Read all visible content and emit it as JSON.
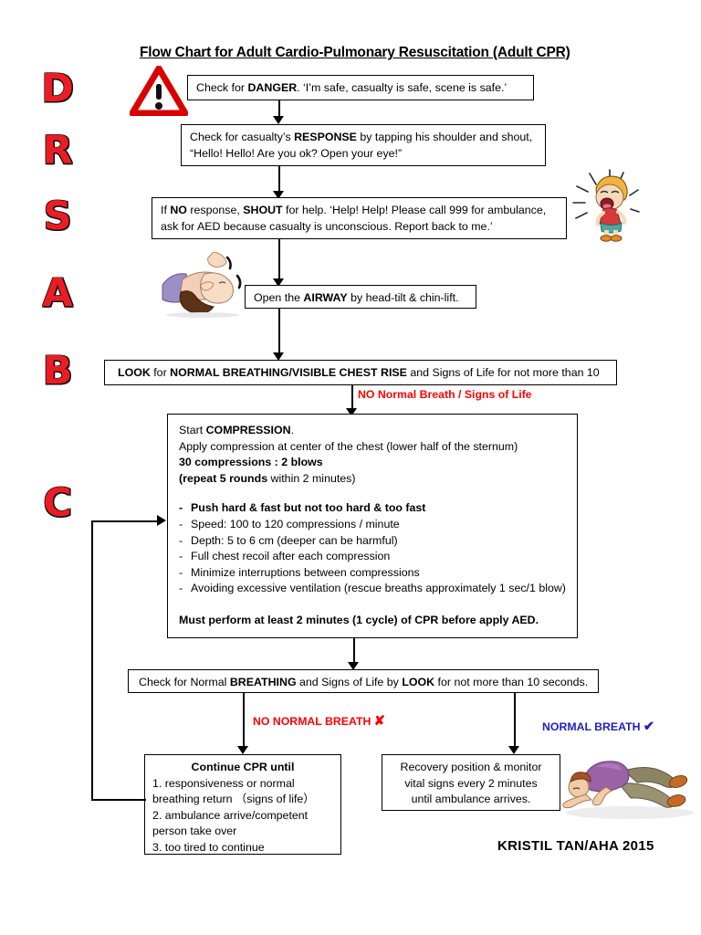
{
  "document": {
    "title": "Flow Chart for Adult Cardio-Pulmonary Resuscitation (Adult CPR)",
    "credit": "KRISTIL TAN/AHA 2015"
  },
  "drsabc": [
    {
      "letter": "D",
      "meaning": "Danger"
    },
    {
      "letter": "R",
      "meaning": "Response"
    },
    {
      "letter": "S",
      "meaning": "Shout"
    },
    {
      "letter": "A",
      "meaning": "Airway"
    },
    {
      "letter": "B",
      "meaning": "Breathing"
    },
    {
      "letter": "C",
      "meaning": "Compression"
    }
  ],
  "steps": {
    "danger": {
      "pre": "Check for ",
      "bold": "DANGER",
      "post": ". ‘I’m safe, casualty is safe, scene is safe.’"
    },
    "response": {
      "line1_pre": "Check for casualty’s ",
      "line1_bold": "RESPONSE",
      "line1_post": " by tapping his shoulder and shout,",
      "line2": "“Hello! Hello! Are you ok? Open your eye!”"
    },
    "shout": {
      "line1_pre": "If ",
      "line1_bold1": "NO",
      "line1_mid": " response, ",
      "line1_bold2": "SHOUT",
      "line1_post": " for help. ‘Help! Help! Please call 999 for ambulance,",
      "line2": "ask for AED because casualty is unconscious.  Report back to me.’"
    },
    "airway": {
      "pre": "Open the ",
      "bold": "AIRWAY",
      "post": " by head-tilt & chin-lift."
    },
    "breathing": {
      "bold1": "LOOK",
      "mid1": " for ",
      "bold2": "NORMAL BREATHING/VISIBLE CHEST RISE",
      "mid2": " and Signs of Life for not more than 10"
    },
    "no_breath_label": "NO Normal Breath / Signs of Life",
    "compression": {
      "line1_pre": "Start ",
      "line1_bold": "COMPRESSION",
      "line1_post": ".",
      "line2": "Apply compression at center of the chest (lower half of the sternum)",
      "line3": "30 compressions : 2 blows",
      "line4_bold": "(repeat 5 rounds",
      "line4_rest": " within 2 minutes)",
      "bullets": [
        {
          "text": "Push hard & fast but not too hard & too fast",
          "bold": true
        },
        {
          "text": "Speed: 100 to 120 compressions / minute",
          "bold": false
        },
        {
          "text": "Depth: 5 to 6 cm (deeper can be harmful)",
          "bold": false
        },
        {
          "text": "Full chest recoil after each compression",
          "bold": false
        },
        {
          "text": "Minimize interruptions between compressions",
          "bold": false
        },
        {
          "text": "Avoiding excessive ventilation (rescue breaths approximately 1 sec/1 blow)",
          "bold": false
        }
      ],
      "footer": "Must perform at least 2 minutes (1 cycle) of CPR before apply AED."
    },
    "recheck": {
      "pre": "Check for Normal ",
      "bold1": "BREATHING",
      "mid": " and Signs of Life by ",
      "bold2": "LOOK",
      "post": " for not more than 10 seconds."
    },
    "branch_no": {
      "label": "NO NORMAL BREATH",
      "mark": "✘"
    },
    "branch_yes": {
      "label": "NORMAL BREATH",
      "mark": "✔"
    },
    "continue_cpr": {
      "heading": "Continue CPR until",
      "items": [
        "1. responsiveness or normal",
        "breathing return （signs of life）",
        "2. ambulance arrive/competent",
        "person take over",
        "3. too tired to continue"
      ]
    },
    "recovery": {
      "line1": "Recovery position & monitor",
      "line2": "vital signs every 2 minutes",
      "line3": "until ambulance arrives."
    }
  },
  "illustrations": {
    "warning": "warning-triangle-icon",
    "shouting_boy": "shouting-boy-illustration",
    "head_tilt": "head-tilt-chin-lift-illustration",
    "recovery_position": "recovery-position-illustration"
  },
  "colors": {
    "drsabc_red": "#ED1C24",
    "label_red": "#FF0000",
    "label_blue": "#1F1FBF",
    "line_black": "#000000"
  }
}
